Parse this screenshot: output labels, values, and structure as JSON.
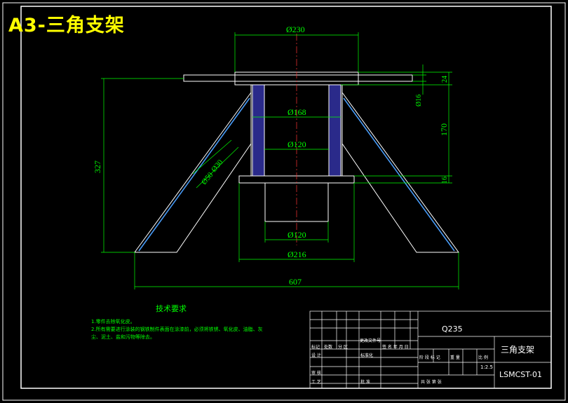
{
  "title": "A3-三角支架",
  "dimensions": {
    "d230": "Ø230",
    "d168": "Ø168",
    "d120_upper": "Ø120",
    "d120_lower": "Ø120",
    "d216": "Ø216",
    "d30": "Ø30",
    "d50": "Ø50",
    "d16_side": "Ø16",
    "h327": "327",
    "w607": "607",
    "h24": "24",
    "h170": "170",
    "h16": "16"
  },
  "tech_requirements": {
    "title": "技术要求",
    "lines": [
      "1.零件去除氧化皮。",
      "2.所有需要进行涂装的钢铁制件表面在涂漆前，必须将铁锈、氧化皮、油脂、灰",
      "尘、泥土、盐和污物等除去。"
    ]
  },
  "title_block": {
    "material": "Q235",
    "part_name": "三角支架",
    "drawing_no": "LSMCST-01",
    "scale": "1:2.5",
    "labels": {
      "mark": "标记",
      "count": "处数",
      "zone": "分 区",
      "doc_no": "更改文件号",
      "sign_date": "签 名 年 月 日",
      "design": "设 计",
      "standard": "标准化",
      "stage": "阶 段 标 记",
      "weight": "重 量",
      "ratio": "比 例",
      "review": "审 核",
      "process": "工 艺",
      "approve": "批 准",
      "sheets": "共  张  第  张"
    }
  }
}
